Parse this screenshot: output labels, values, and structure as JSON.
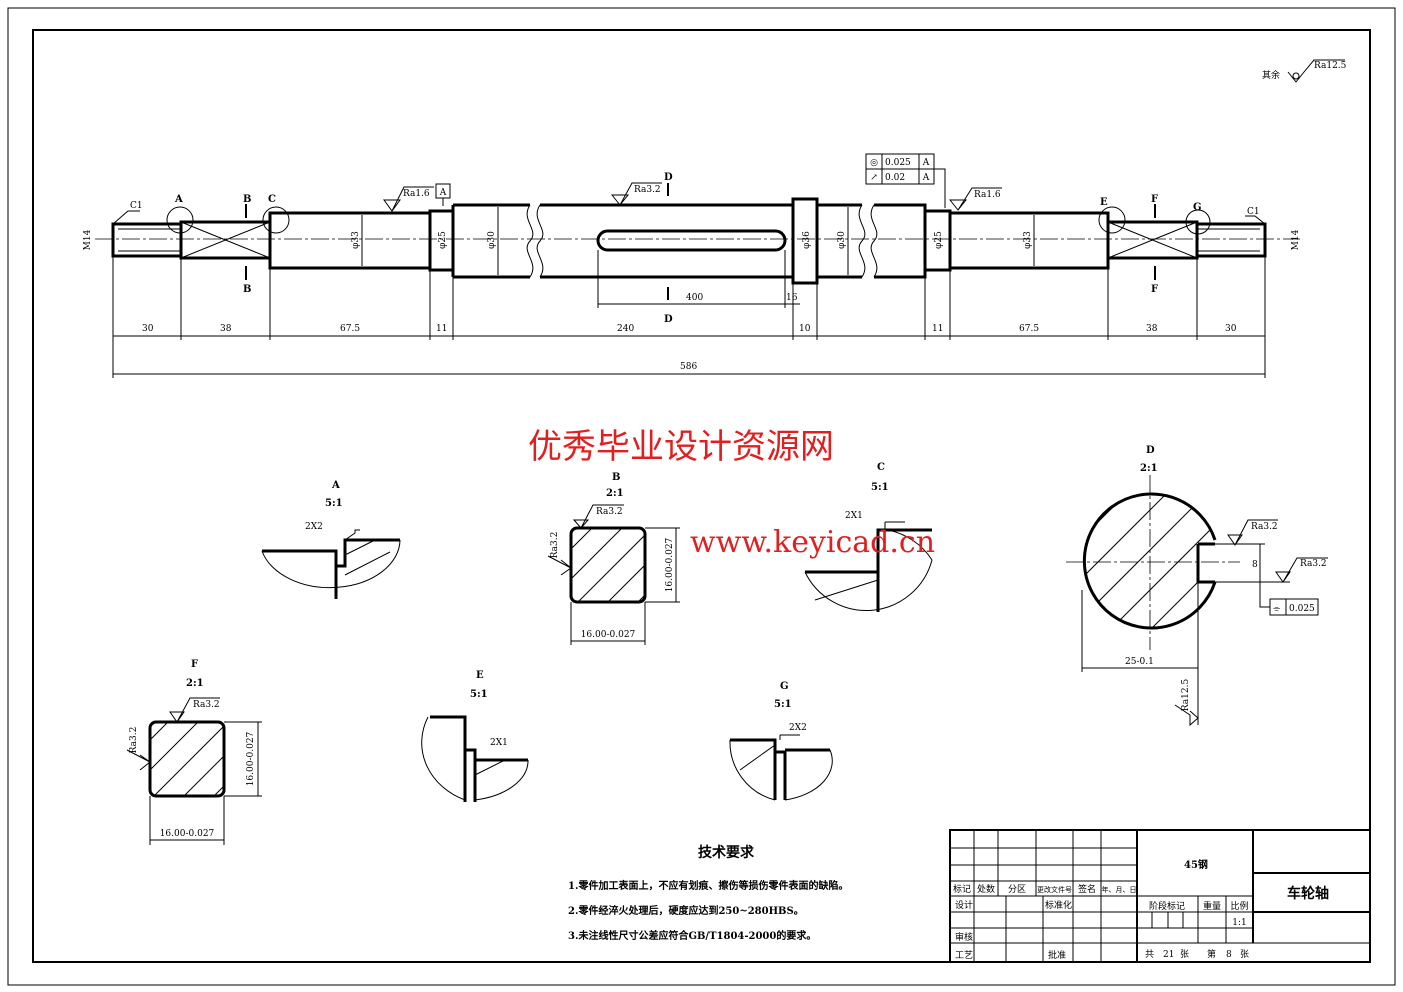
{
  "drawing": {
    "roughness_note": {
      "prefix": "其余",
      "value": "Ra12.5"
    },
    "shaft_labels": {
      "c1_left": "C1",
      "c1_right": "C1",
      "m14_left": "M14",
      "m14_right": "M14",
      "A": "A",
      "B_top": "B",
      "B_bottom": "B",
      "C": "C",
      "D_top": "D",
      "D_bottom": "D",
      "E": "E",
      "F_top": "F",
      "F_bottom": "F",
      "G": "G",
      "dia33_left": "φ33",
      "dia25_left": "φ25",
      "dia30": "φ30",
      "dia36": "φ36",
      "dia30_right": "φ30",
      "dia25_right": "φ25",
      "dia33_right": "φ33",
      "ra16_left": "Ra1.6",
      "ra16_right": "Ra1.6",
      "ra32_key": "Ra3.2",
      "datum": "A"
    },
    "tolerance_frame": [
      {
        "symbol": "◎",
        "value": "0.025",
        "datum": "A"
      },
      {
        "symbol": "↗",
        "value": "0.02",
        "datum": "A"
      }
    ],
    "dimensions": [
      "30",
      "38",
      "67.5",
      "11",
      "240",
      "10",
      "11",
      "67.5",
      "38",
      "30"
    ],
    "overall": "586",
    "keyway_length": "400",
    "keyway_offset": "16",
    "views": {
      "A": {
        "title": "A",
        "scale": "5:1",
        "chamfer": "2X2"
      },
      "B": {
        "title": "B",
        "scale": "2:1",
        "ra_top": "Ra3.2",
        "ra_left": "Ra3.2",
        "width": "16.00-0.027",
        "height": "16.00-0.027"
      },
      "C": {
        "title": "C",
        "scale": "5:1",
        "chamfer": "2X1"
      },
      "D": {
        "title": "D",
        "scale": "2:1",
        "ra_key": "Ra3.2",
        "ra_bottom": "Ra3.2",
        "key_width": "8",
        "symmetry": "0.025",
        "depth": "25-0.1",
        "ra_flat": "Ra12.5"
      },
      "E": {
        "title": "E",
        "scale": "5:1",
        "chamfer": "2X1"
      },
      "F": {
        "title": "F",
        "scale": "2:1",
        "ra_top": "Ra3.2",
        "ra_left": "Ra3.2",
        "width": "16.00-0.027",
        "height": "16.00-0.027"
      },
      "G": {
        "title": "G",
        "scale": "5:1",
        "chamfer": "2X2"
      }
    }
  },
  "watermark": {
    "line1": "优秀毕业设计资源网",
    "line2": "www.keyicad.cn"
  },
  "tech_requirements": {
    "title": "技术要求",
    "items": [
      "1.零件加工表面上，不应有划痕、擦伤等损伤零件表面的缺陷。",
      "2.零件经淬火处理后，硬度应达到250~280HBS。",
      "3.未注线性尺寸公差应符合GB/T1804-2000的要求。"
    ]
  },
  "title_block": {
    "headers": [
      "标记",
      "处数",
      "分区",
      "更改文件号",
      "签名",
      "年、月、日"
    ],
    "design": "设计",
    "standardization": "标准化",
    "review": "审核",
    "process": "工艺",
    "approve": "批准",
    "material": "45钢",
    "stage_mark": "阶段标记",
    "weight": "重量",
    "scale_label": "比例",
    "scale": "1:1",
    "total_prefix": "共",
    "total": "21",
    "total_suffix": "张",
    "sheet_prefix": "第",
    "sheet": "8",
    "sheet_suffix": "张",
    "part_name": "车轮轴"
  }
}
